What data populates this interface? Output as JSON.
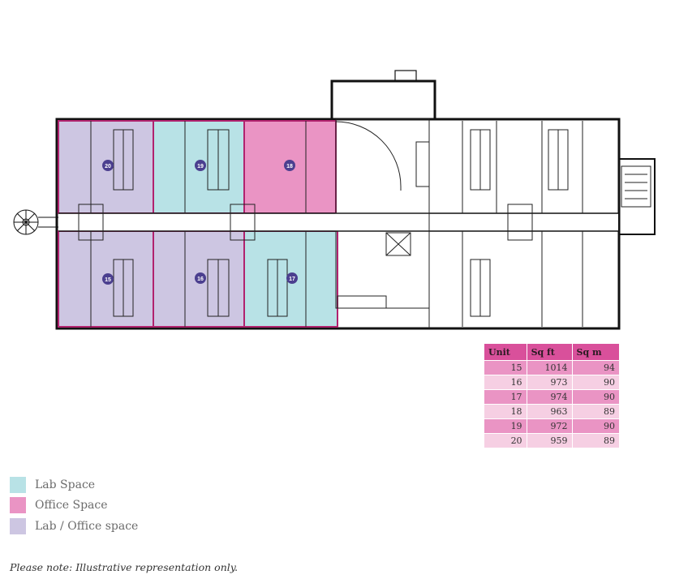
{
  "colors": {
    "lab": "#b8e2e6",
    "office": "#ea94c4",
    "lab_office": "#cdc6e2",
    "wall": "#111111",
    "unit_border": "#b1226e",
    "marker": "#4b3f8f"
  },
  "units": [
    {
      "label": "20",
      "use": "lab_office"
    },
    {
      "label": "19",
      "use": "lab"
    },
    {
      "label": "18",
      "use": "office"
    },
    {
      "label": "15",
      "use": "lab_office"
    },
    {
      "label": "16",
      "use": "lab_office"
    },
    {
      "label": "17",
      "use": "lab"
    }
  ],
  "table": {
    "headers": [
      "Unit",
      "Sq ft",
      "Sq m"
    ],
    "rows": [
      [
        "15",
        "1014",
        "94"
      ],
      [
        "16",
        "973",
        "90"
      ],
      [
        "17",
        "974",
        "90"
      ],
      [
        "18",
        "963",
        "89"
      ],
      [
        "19",
        "972",
        "90"
      ],
      [
        "20",
        "959",
        "89"
      ]
    ]
  },
  "legend": [
    {
      "label": "Lab Space",
      "color": "#b8e2e6"
    },
    {
      "label": "Office Space",
      "color": "#ea94c4"
    },
    {
      "label": "Lab / Office space",
      "color": "#cdc6e2"
    }
  ],
  "note": "Please note: Illustrative representation only."
}
